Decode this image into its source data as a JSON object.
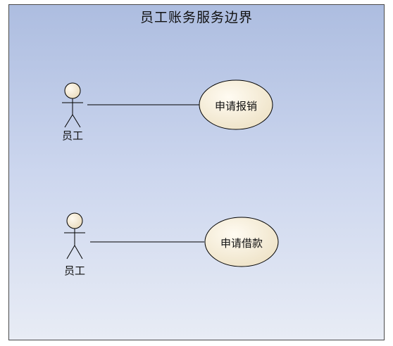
{
  "boundary": {
    "title": "员工账务服务边界"
  },
  "actors": [
    {
      "label": "员工"
    },
    {
      "label": "员工"
    }
  ],
  "use_cases": [
    {
      "label": "申请报销"
    },
    {
      "label": "申请借款"
    }
  ],
  "colors": {
    "boundary_top": "#adbde0",
    "boundary_bottom": "#e8ecf5",
    "actor_head_fill": "#f5ead5",
    "usecase_fill": "#f4ecd6",
    "line": "#000000"
  }
}
